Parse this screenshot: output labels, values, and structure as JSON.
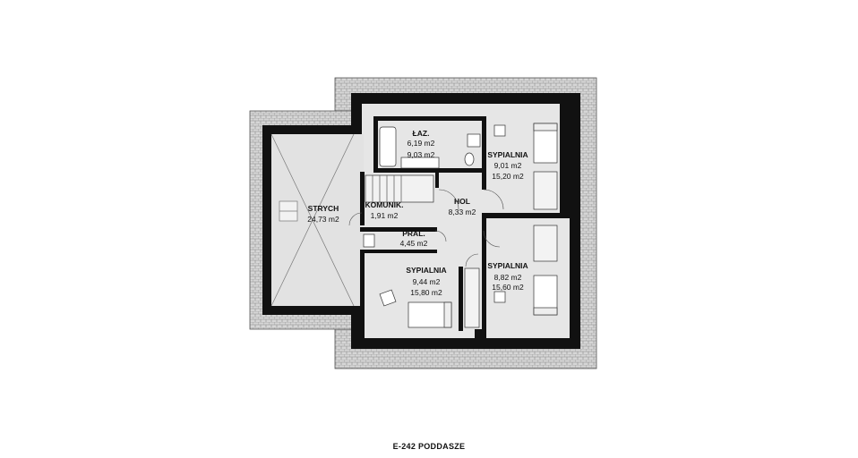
{
  "caption": "E-242 PODDASZE",
  "rooms": {
    "laz": {
      "name": "ŁAZ.",
      "area1": "6,19 m2",
      "area2": "9,03 m2"
    },
    "syp1": {
      "name": "SYPIALNIA",
      "area1": "9,01 m2",
      "area2": "15,20 m2"
    },
    "hol": {
      "name": "HOL",
      "area1": "8,33 m2"
    },
    "strych": {
      "name": "STRYCH",
      "area1": "24,73 m2"
    },
    "komun": {
      "name": "KOMUNIK.",
      "area1": "1,91 m2"
    },
    "pral": {
      "name": "PRAL.",
      "area1": "4,45 m2"
    },
    "syp2": {
      "name": "SYPIALNIA",
      "area1": "8,82 m2",
      "area2": "15,60 m2"
    },
    "syp3": {
      "name": "SYPIALNIA",
      "area1": "9,44 m2",
      "area2": "15,80 m2"
    }
  },
  "colors": {
    "wall": "#111111",
    "floor": "#e6e6e6",
    "roof": "#bfbfbf",
    "fixture": "#ffffff"
  }
}
